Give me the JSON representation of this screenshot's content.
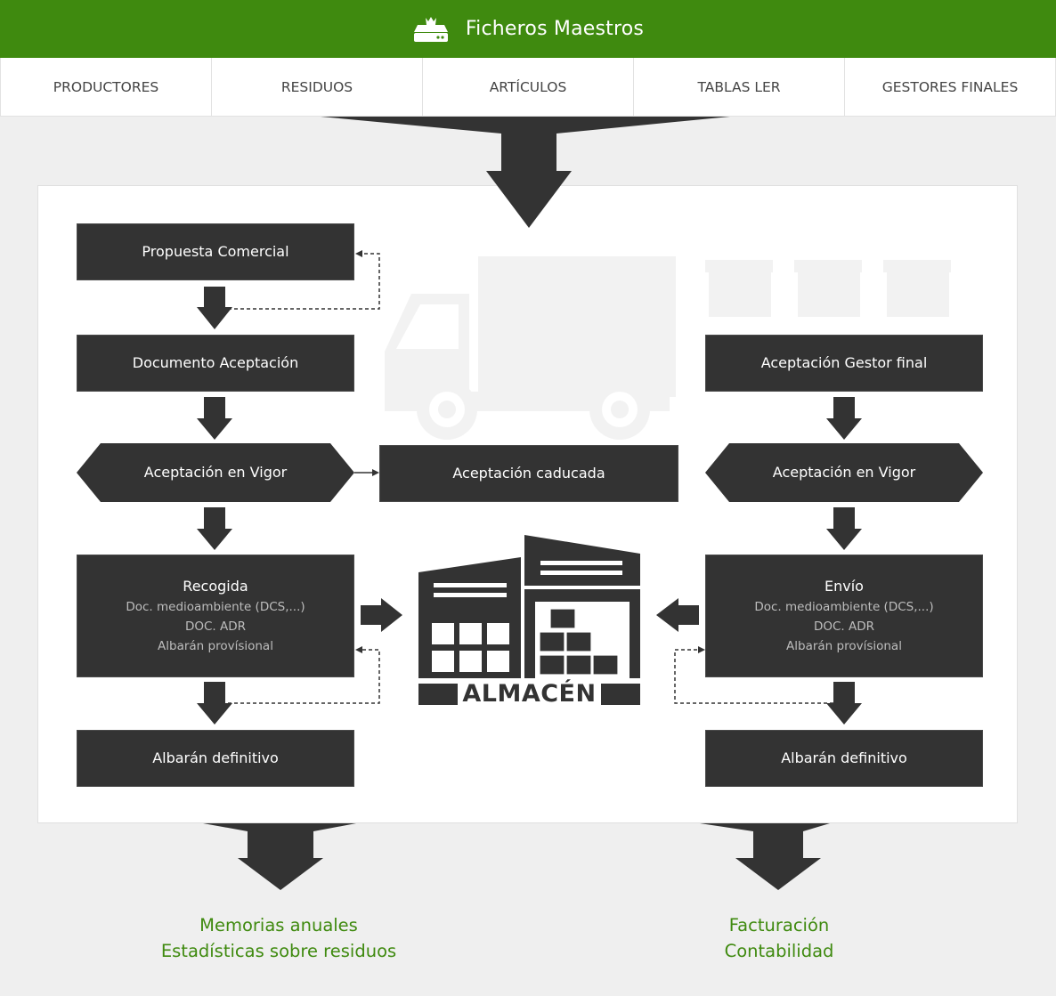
{
  "header": {
    "title": "Ficheros Maestros",
    "icon": "crown-drive-icon"
  },
  "tabs": [
    "PRODUCTORES",
    "RESIDUOS",
    "ARTÍCULOS",
    "TABLAS LER",
    "GESTORES FINALES"
  ],
  "left_flow": {
    "propuesta": "Propuesta Comercial",
    "documento": "Documento Aceptación",
    "vigor": "Aceptación en Vigor",
    "recogida": {
      "title": "Recogida",
      "lines": [
        "Doc. medioambiente (DCS,...)",
        "DOC. ADR",
        "Albarán provísional"
      ]
    },
    "albaran": "Albarán definitivo"
  },
  "center": {
    "caducada": "Aceptación caducada",
    "almacen": "ALMACÉN"
  },
  "right_flow": {
    "gestor": "Aceptación Gestor final",
    "vigor": "Aceptación en Vigor",
    "envio": {
      "title": "Envío",
      "lines": [
        "Doc. medioambiente (DCS,...)",
        "DOC. ADR",
        "Albarán provísional"
      ]
    },
    "albaran": "Albarán definitivo"
  },
  "outputs": {
    "left": [
      "Memorias anuales",
      "Estadísticas sobre residuos"
    ],
    "right": [
      "Facturación",
      "Contabilidad"
    ]
  },
  "colors": {
    "brand_green": "#3f8a0f",
    "box_dark": "#333333",
    "background": "#efefef"
  }
}
